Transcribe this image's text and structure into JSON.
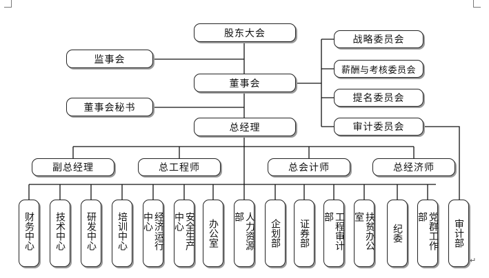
{
  "org": {
    "shareholders": "股东大会",
    "supervisors": "监事会",
    "board": "董事会",
    "board_secretary": "董事会秘书",
    "gm": "总经理",
    "committees": [
      "战略委员会",
      "薪酬与考核委员会",
      "提名委员会",
      "审计委员会"
    ],
    "executives": [
      "副总经理",
      "总工程师",
      "总会计师",
      "总经济师"
    ],
    "departments": [
      "财务中心",
      "技术中心",
      "研发中心",
      "培训中心",
      "经济运行中心",
      "安全生产中心",
      "办公室",
      "人力资源部",
      "企划部",
      "证券部",
      "工程审计部",
      "扶贫办公室",
      "纪委",
      "党群工作部",
      "审计部"
    ]
  },
  "paragraph_mark": "↵"
}
